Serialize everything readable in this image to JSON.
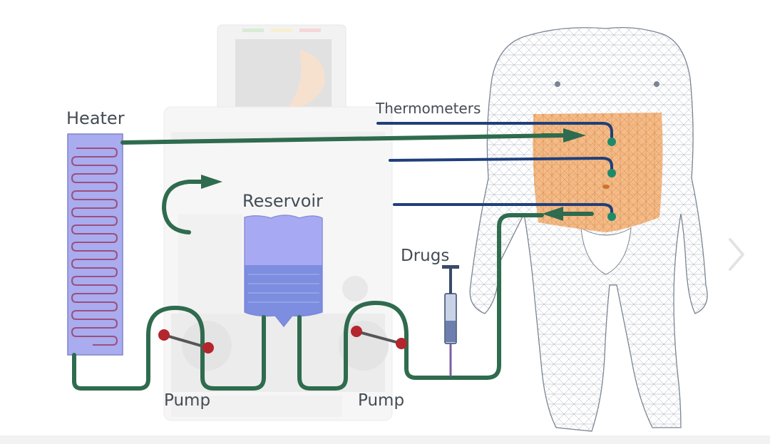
{
  "labels": {
    "heater": "Heater",
    "reservoir": "Reservoir",
    "thermometers": "Thermometers",
    "drugs": "Drugs",
    "pump_left": "Pump",
    "pump_right": "Pump"
  },
  "icons": {
    "next": "chevron-right-icon"
  },
  "colors": {
    "tube": "#2f6b4e",
    "thermometer_line": "#1f3f7a",
    "heater_fill": "#a9acef",
    "reservoir_fill": "#9fa3f0",
    "abdomen_fill": "#f1a561",
    "pump_ball": "#b3262d",
    "text": "#444c55"
  }
}
